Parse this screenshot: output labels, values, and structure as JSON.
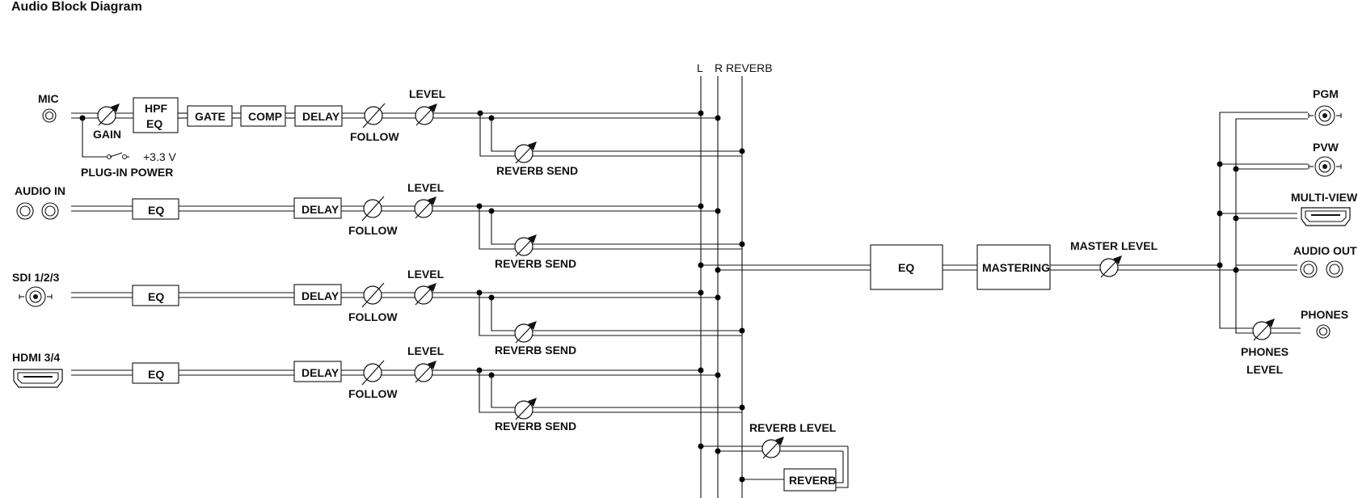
{
  "title": "Audio Block Diagram",
  "labels": {
    "mic": "MIC",
    "gain": "GAIN",
    "plugin_voltage": "+3.3 V",
    "plugin_power": "PLUG-IN POWER",
    "audio_in": "AUDIO IN",
    "sdi": "SDI 1/2/3",
    "hdmi": "HDMI 3/4",
    "follow": "FOLLOW",
    "level": "LEVEL",
    "reverb_send": "REVERB SEND",
    "bus_l": "L",
    "bus_r": "R",
    "bus_reverb": "REVERB",
    "reverb_level": "REVERB LEVEL",
    "master_level": "MASTER LEVEL",
    "pgm": "PGM",
    "pvw": "PVW",
    "multi_view": "MULTI-VIEW",
    "audio_out": "AUDIO OUT",
    "phones": "PHONES",
    "phones_level_1": "PHONES",
    "phones_level_2": "LEVEL"
  },
  "blocks": {
    "hpf_eq_1": "HPF",
    "hpf_eq_2": "EQ",
    "gate": "GATE",
    "comp": "COMP",
    "delay": "DELAY",
    "eq": "EQ",
    "master_eq": "EQ",
    "mastering": "MASTERING",
    "reverb": "REVERB"
  }
}
